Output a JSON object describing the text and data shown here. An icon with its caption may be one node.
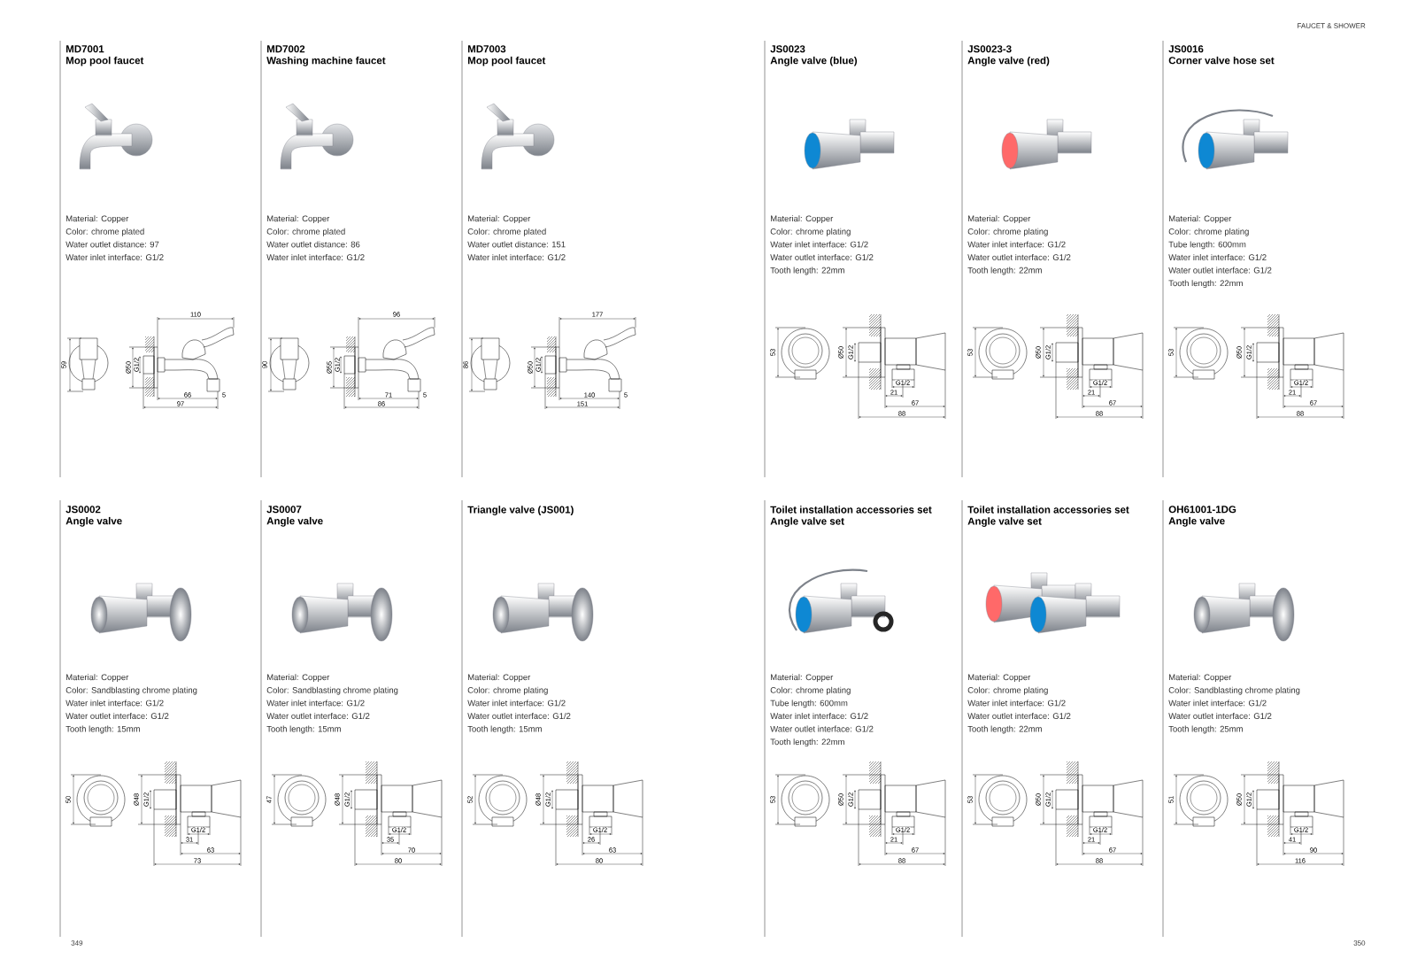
{
  "diagram": {
    "nodes": [
      {
        "text": [
          "MD7001",
          "Mop pool faucet",
          "Material: Copper",
          "Color: chrome plated",
          "Water outlet distance: 97",
          "Water inlet interface: G1/2"
        ]
      },
      {
        "text": [
          "MD7002",
          "Washing machine faucet",
          "Material: Copper",
          "Color: chrome plated",
          "Water outlet distance: 86",
          "Water inlet interface: G1/2"
        ]
      },
      {
        "text": [
          "MD7003",
          "Mop pool faucet",
          "Material: Copper",
          "Color: chrome plated",
          "Water outlet distance: 151",
          "Water inlet interface: G1/2"
        ]
      },
      {
        "text": [
          "JS0023",
          "Angle valve (blue)",
          "Material: Copper",
          "Color: chrome plating",
          "Water inlet interface: G1/2",
          "Water outlet interface: G1/2",
          "Tooth length: 22mm"
        ]
      },
      {
        "text": [
          "JS0023-3",
          "Angle valve (red)",
          "Material: Copper",
          "Color: chrome plating",
          "Water inlet interface: G1/2",
          "Water outlet interface: G1/2",
          "Tooth length: 22mm"
        ]
      },
      {
        "text": [
          "JS0016",
          "Corner valve hose set",
          "Material: Copper",
          "Color: chrome plating",
          "Tube length: 600mm",
          "Water inlet interface: G1/2",
          "Water outlet interface: G1/2",
          "Tooth length: 22mm"
        ]
      },
      {
        "text": [
          "JS0002",
          "Angle valve",
          "Material: Copper",
          "Color: Sandblasting chrome plating",
          "Water inlet interface: G1/2",
          "Water outlet interface: G1/2",
          "Tooth length: 15mm"
        ]
      },
      {
        "text": [
          "JS0007",
          "Angle valve",
          "Material: Copper",
          "Color: Sandblasting chrome plating",
          "Water inlet interface: G1/2",
          "Water outlet interface: G1/2",
          "Tooth length: 15mm"
        ]
      },
      {
        "text": [
          "Triangle valve (JS001)",
          "Material: Copper",
          "Color: chrome plating",
          "Water inlet interface: G1/2",
          "Water outlet interface: G1/2",
          "Tooth length: 15mm"
        ]
      },
      {
        "text": [
          "Toilet installation accessories set",
          "Angle valve set",
          "Material: Copper",
          "Color: chrome plating",
          "Tube length: 600mm",
          "Water inlet interface: G1/2",
          "Water outlet interface: G1/2",
          "Tooth length: 22mm"
        ]
      },
      {
        "text": [
          "Toilet installation accessories set",
          "Angle valve set",
          "Material: Copper",
          "Color: chrome plating",
          "Water inlet interface: G1/2",
          "Water outlet interface: G1/2",
          "Tooth length: 22mm"
        ]
      },
      {
        "text": [
          "OH61001-1DG",
          "Angle valve",
          "Material: Copper",
          "Color: Sandblasting chrome plating",
          "Water inlet interface: G1/2",
          "Water outlet interface: G1/2",
          "Tooth length: 25mm"
        ]
      }
    ],
    "labels": [
      "FAUCET & SHOWER",
      "59",
      "Ø50",
      "G1/2",
      "110",
      "66",
      "97",
      "5",
      "90",
      "Ø55",
      "G1/2",
      "96",
      "71",
      "86",
      "5",
      "86",
      "Ø50",
      "G1/2",
      "177",
      "140",
      "151",
      "5",
      "53",
      "Ø50",
      "G1/2",
      "G1/2",
      "21",
      "67",
      "88",
      "53",
      "Ø50",
      "G1/2",
      "G1/2",
      "21",
      "67",
      "88",
      "53",
      "Ø50",
      "G1/2",
      "G1/2",
      "21",
      "67",
      "88",
      "50",
      "Ø48",
      "G1/2",
      "G1/2",
      "31",
      "63",
      "73",
      "47",
      "Ø48",
      "G1/2",
      "G1/2",
      "35",
      "70",
      "80",
      "52",
      "Ø48",
      "G1/2",
      "G1/2",
      "26",
      "63",
      "80",
      "53",
      "Ø50",
      "G1/2",
      "G1/2",
      "21",
      "67",
      "88",
      "53",
      "Ø50",
      "G1/2",
      "G1/2",
      "21",
      "67",
      "88",
      "51",
      "Ø50",
      "G1/2",
      "G1/2",
      "41",
      "90",
      "116",
      "349",
      "350"
    ]
  }
}
